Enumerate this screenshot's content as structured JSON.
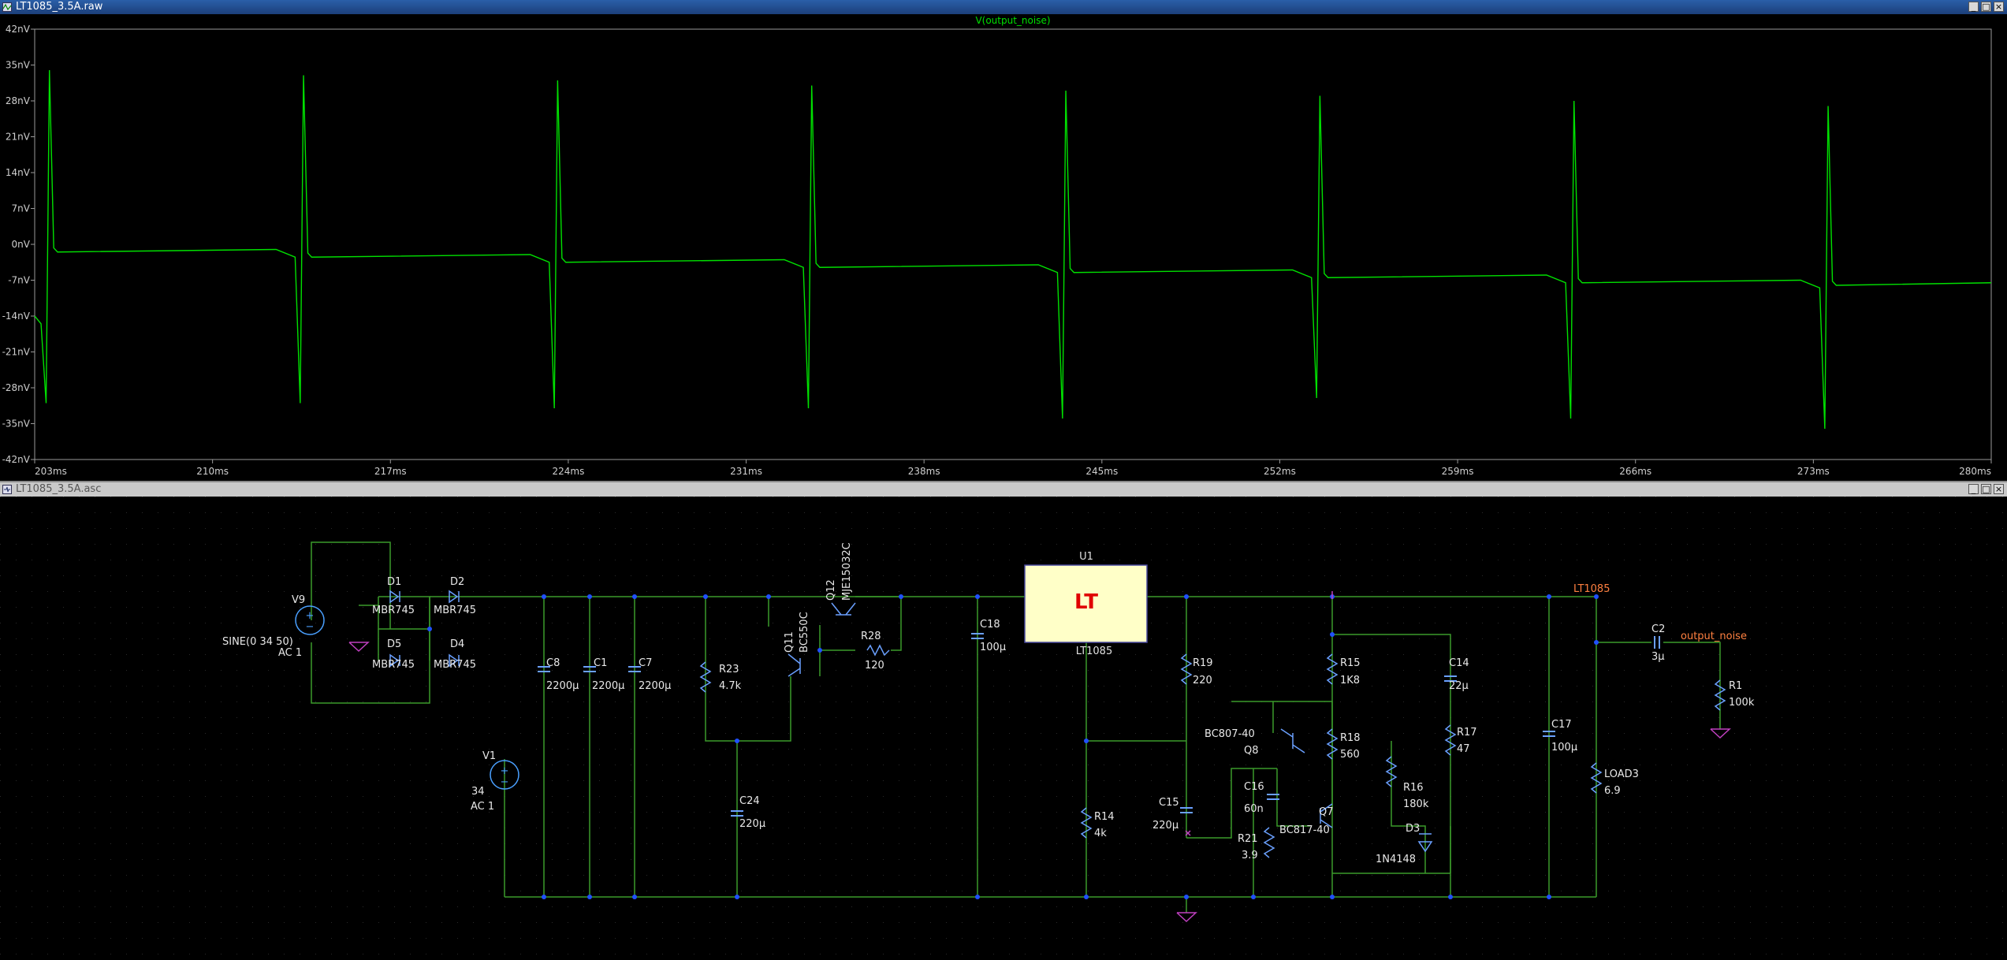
{
  "windows": {
    "plot_title": "LT1085_3.5A.raw",
    "schematic_title": "LT1085_3.5A.asc",
    "buttons": [
      "_",
      "□",
      "×"
    ]
  },
  "plot": {
    "trace_label": "V(output_noise)"
  },
  "chart_data": {
    "type": "line",
    "title": "V(output_noise)",
    "x_unit": "ms",
    "y_unit": "nV",
    "xlim": [
      203,
      280
    ],
    "ylim": [
      -42,
      42
    ],
    "x_ticks": [
      "203ms",
      "210ms",
      "217ms",
      "224ms",
      "231ms",
      "238ms",
      "245ms",
      "252ms",
      "259ms",
      "266ms",
      "273ms",
      "280ms"
    ],
    "y_ticks": [
      "42nV",
      "35nV",
      "28nV",
      "21nV",
      "14nV",
      "7nV",
      "0nV",
      "-7nV",
      "-14nV",
      "-21nV",
      "-28nV",
      "-35nV",
      "-42nV"
    ],
    "trace_color": "#00e000",
    "spikes": [
      {
        "t": 203.5,
        "peak": 34,
        "trough": -31,
        "baseline_before": -14,
        "baseline_after": -1.5
      },
      {
        "t": 213.5,
        "peak": 33,
        "trough": -31,
        "baseline_before": -1.0,
        "baseline_after": -2.5
      },
      {
        "t": 223.5,
        "peak": 32,
        "trough": -32,
        "baseline_before": -2.0,
        "baseline_after": -3.5
      },
      {
        "t": 233.5,
        "peak": 31,
        "trough": -32,
        "baseline_before": -3.0,
        "baseline_after": -4.5
      },
      {
        "t": 243.5,
        "peak": 30,
        "trough": -34,
        "baseline_before": -4.0,
        "baseline_after": -5.5
      },
      {
        "t": 253.5,
        "peak": 29,
        "trough": -30,
        "baseline_before": -5.0,
        "baseline_after": -6.5
      },
      {
        "t": 263.5,
        "peak": 28,
        "trough": -34,
        "baseline_before": -6.0,
        "baseline_after": -7.5
      },
      {
        "t": 273.5,
        "peak": 27,
        "trough": -36,
        "baseline_before": -7.0,
        "baseline_after": -8.0
      }
    ],
    "end_value": -7.5
  },
  "schematic": {
    "labels": {
      "U1": "U1",
      "LT1085": "LT1085",
      "LT1085_net": "LT1085",
      "output_noise": "output_noise",
      "V9": "V9",
      "V9_val": "SINE(0 34 50)",
      "V9_ac": "AC 1",
      "V1": "V1",
      "V1_val": "34",
      "V1_ac": "AC 1",
      "D1": "D1",
      "D2": "D2",
      "D4": "D4",
      "D5": "D5",
      "MBR1": "MBR745",
      "MBR2": "MBR745",
      "MBR3": "MBR745",
      "MBR4": "MBR745",
      "C8": "C8",
      "C8v": "2200µ",
      "C1": "C1",
      "C1v": "2200µ",
      "C7": "C7",
      "C7v": "2200µ",
      "R23": "R23",
      "R23v": "4.7k",
      "C24": "C24",
      "C24v": "220µ",
      "Q11": "Q11",
      "Q11v": "BC550C",
      "Q12": "Q12",
      "Q12v": "MJE15032C",
      "R28": "R28",
      "R28v": "120",
      "C18": "C18",
      "C18v": "100µ",
      "R19": "R19",
      "R19v": "220",
      "R14": "R14",
      "R14v": "4k",
      "C15": "C15",
      "C15v": "220µ",
      "C16": "C16",
      "C16v": "60n",
      "R21": "R21",
      "R21v": "3.9",
      "Q8": "Q8",
      "Q8v": "BC807-40",
      "Q7": "Q7",
      "Q7v": "BC817-40",
      "R15": "R15",
      "R15v": "1K8",
      "R18": "R18",
      "R18v": "560",
      "R16": "R16",
      "R16v": "180k",
      "C14": "C14",
      "C14v": "22µ",
      "R17": "R17",
      "R17v": "47",
      "D3": "D3",
      "D3v": "1N4148",
      "C17": "C17",
      "C17v": "100µ",
      "LOAD3": "LOAD3",
      "LOAD3v": "6.9",
      "C2": "C2",
      "C2v": "3µ",
      "R1": "R1",
      "R1v": "100k"
    }
  }
}
